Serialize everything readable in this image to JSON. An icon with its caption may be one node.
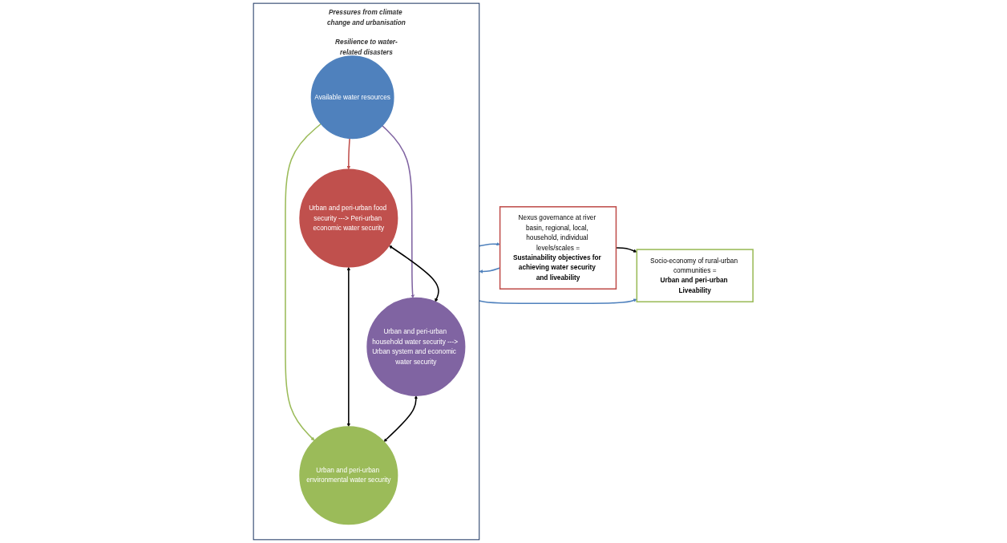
{
  "diagram": {
    "nodes": [
      {
        "text": [
          "Pressures from climate change and urbanisation",
          "Resilience to water-related disasters"
        ]
      },
      {
        "text": [
          "Urban and peri-urban food security ---> Peri-urban economic water security"
        ],
        "in": 0
      },
      {
        "text": [
          "Available water resources"
        ],
        "in": 0
      },
      {
        "text": [
          "Urban and peri-urban household water security ---> Urban system and economic  water security"
        ],
        "in": 0
      },
      {
        "text": [
          "Urban and peri-urban environmental water security"
        ],
        "in": 0
      },
      {
        "text": [
          "Socio-economy of rural-urban communities =",
          "Urban and peri-urban Liveability"
        ]
      },
      {
        "text": [
          "Nexus governance at river basin, regional, local, household, individual levels/scales =",
          "Sustainability objectives for achieving water security and liveability"
        ]
      }
    ],
    "edges": [
      {
        "from": 2,
        "to": 1,
        "arrow": "to",
        "color": "#c0504d"
      },
      {
        "from": 2,
        "to": 3,
        "arrow": "to",
        "color": "#8064a2"
      },
      {
        "from": 2,
        "to": 4,
        "arrow": "to",
        "color": "#9bbb59"
      },
      {
        "from": 1,
        "to": 3,
        "arrow": "both"
      },
      {
        "from": 1,
        "to": 4,
        "arrow": "both"
      },
      {
        "from": 3,
        "to": 4,
        "arrow": "both"
      },
      {
        "from": 0,
        "to": 5,
        "arrow": "to",
        "color": "#4f81bd"
      },
      {
        "from": 0,
        "to": 6,
        "arrow": "to",
        "color": "#4f81bd"
      },
      {
        "from": 6,
        "to": 0,
        "arrow": "to",
        "color": "#4f81bd"
      },
      {
        "from": 6,
        "to": 5,
        "arrow": "to"
      }
    ]
  }
}
